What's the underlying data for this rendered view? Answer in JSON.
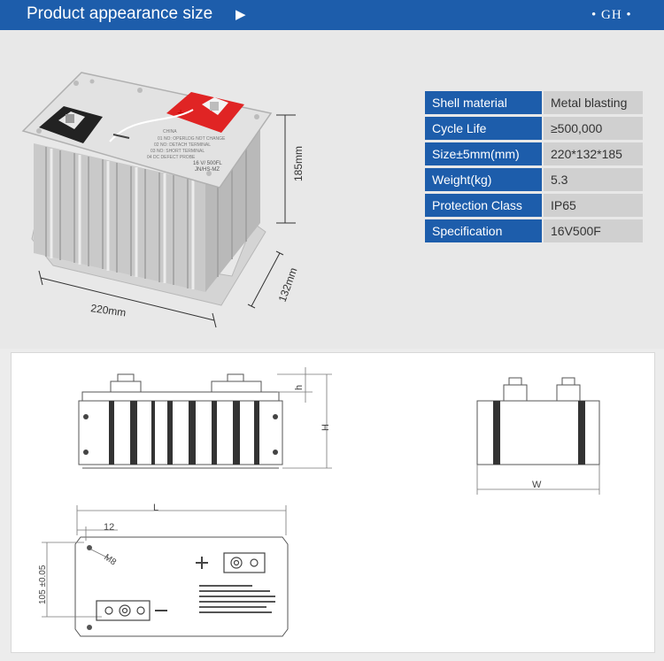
{
  "header": {
    "title": "Product appearance size",
    "arrow_icon": "play-arrow-icon",
    "brand": "• GH •"
  },
  "photo": {
    "dim_height": "185mm",
    "dim_depth": "132mm",
    "dim_width": "220mm",
    "label_line1": "16 V/ 500FL",
    "label_line2": "JN/HS-MZ"
  },
  "specs": [
    {
      "key": "Shell material",
      "value": "Metal blasting"
    },
    {
      "key": "Cycle Life",
      "value": "≥500,000"
    },
    {
      "key": "Size±5mm(mm)",
      "value": "220*132*185"
    },
    {
      "key": "Weight(kg)",
      "value": "5.3"
    },
    {
      "key": "Protection Class",
      "value": "IP65"
    },
    {
      "key": "Specification",
      "value": "16V500F"
    }
  ],
  "drawing": {
    "label_h_small": "h",
    "label_H": "H",
    "label_W": "W",
    "label_L": "L",
    "label_12": "12",
    "label_105": "105 ±0.05",
    "label_M8": "M8"
  },
  "colors": {
    "header_bg": "#1d5dab",
    "terminal_red": "#e02424",
    "terminal_black": "#222222"
  }
}
